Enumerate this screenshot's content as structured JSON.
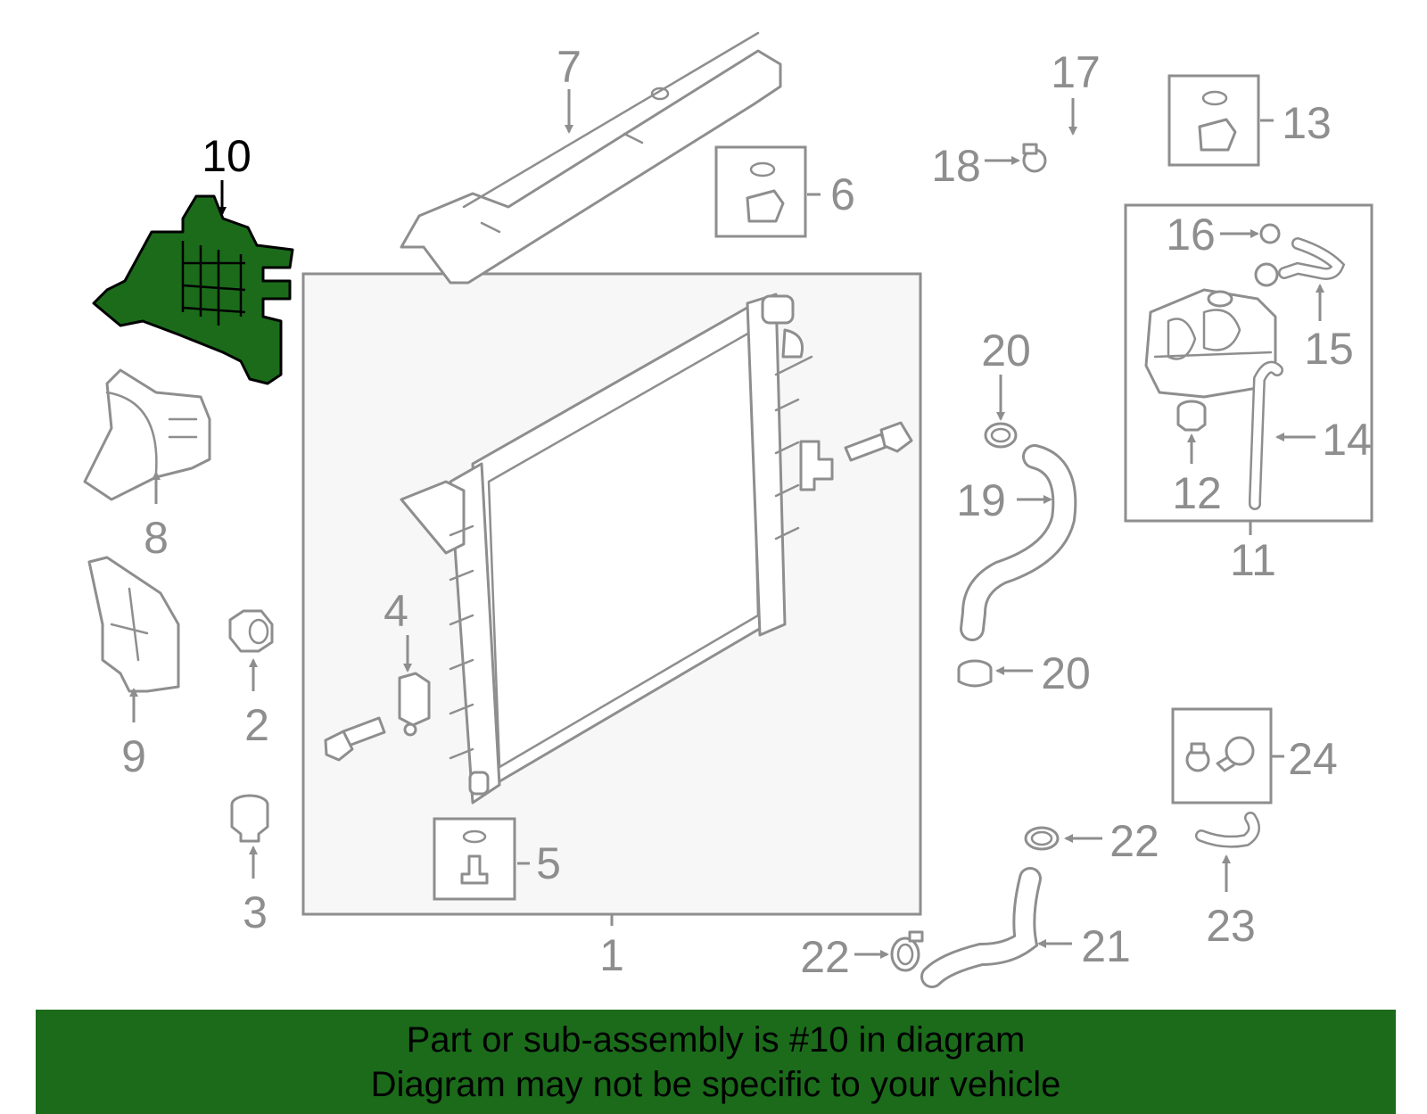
{
  "callouts": {
    "p1": "1",
    "p2": "2",
    "p3": "3",
    "p4": "4",
    "p5": "5",
    "p6": "6",
    "p7": "7",
    "p8": "8",
    "p9": "9",
    "p10": "10",
    "p11": "11",
    "p12": "12",
    "p13": "13",
    "p14": "14",
    "p15": "15",
    "p16": "16",
    "p17": "17",
    "p18": "18",
    "p19": "19",
    "p20a": "20",
    "p20b": "20",
    "p21": "21",
    "p22a": "22",
    "p22b": "22",
    "p23": "23",
    "p24": "24"
  },
  "highlight": {
    "part_number": "10",
    "color": "#1b6b1b"
  },
  "banner": {
    "line1": "Part or sub-assembly is #10 in diagram",
    "line2": "Diagram may not be specific to your vehicle",
    "background": "#1b6b1b"
  },
  "colors": {
    "line": "#8e8e8e",
    "highlight_outline": "#000000",
    "panel_fill": "#f7f7f7"
  }
}
